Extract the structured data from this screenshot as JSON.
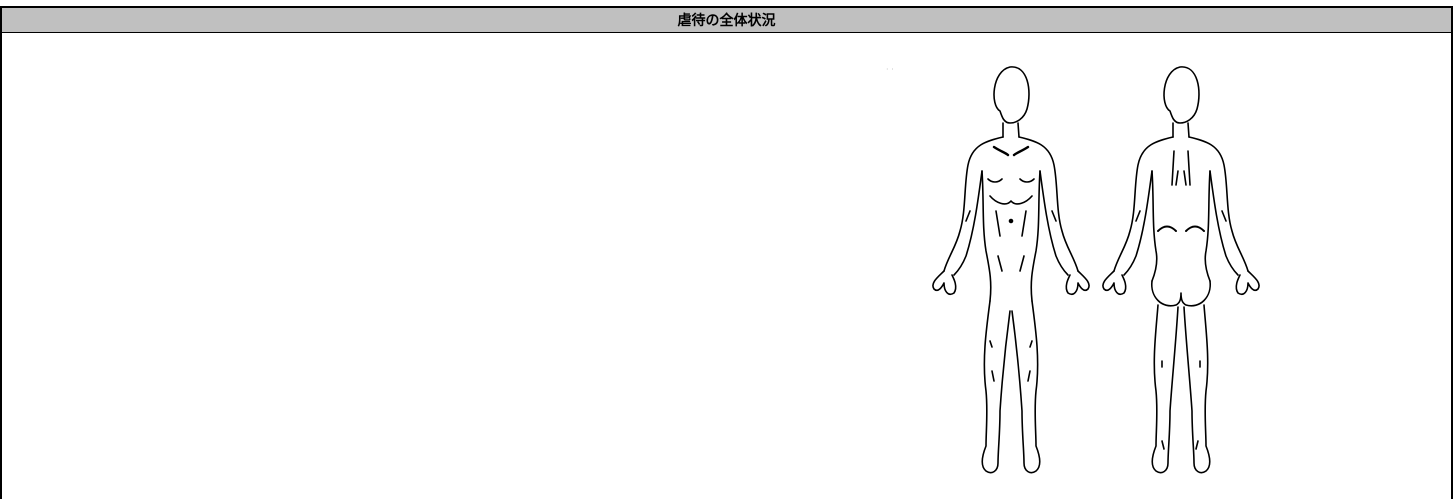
{
  "header": {
    "title": "虐待の全体状況"
  },
  "body_diagram": {
    "icon": "body-outline-front-back",
    "views": [
      "front",
      "back"
    ]
  }
}
